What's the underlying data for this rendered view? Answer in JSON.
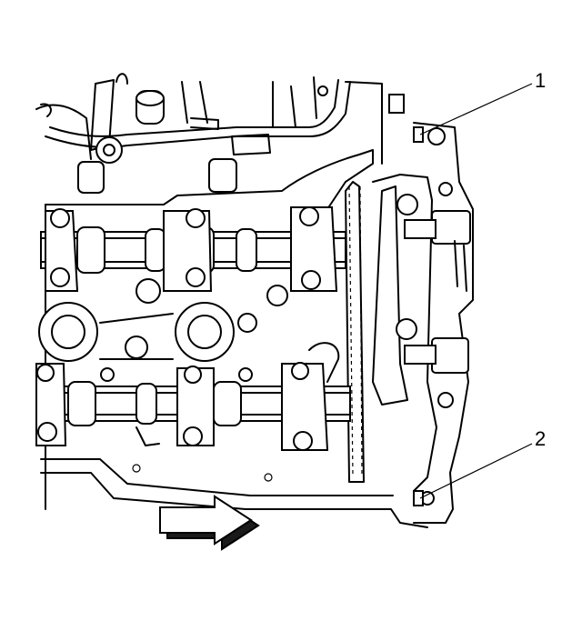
{
  "callouts": {
    "one": "1",
    "two": "2"
  },
  "arrow": {
    "direction": "right"
  },
  "colors": {
    "ink": "#000000",
    "paper": "#ffffff",
    "shade": "#1a1a1a"
  }
}
